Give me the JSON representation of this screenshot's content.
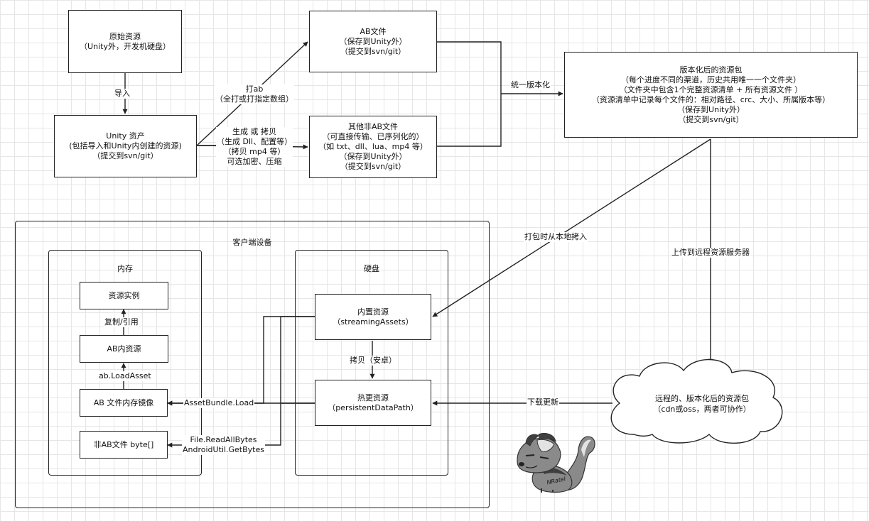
{
  "boxes": {
    "original_assets": [
      "原始资源",
      "（Unity外，开发机硬盘）"
    ],
    "unity_assets": [
      "Unity 资产",
      "(包括导入和Unity内创建的资源)",
      "（提交到svn/git）"
    ],
    "ab_files": [
      "AB文件",
      "（保存到Unity外）",
      "（提交到svn/git）"
    ],
    "non_ab_files": [
      "其他非AB文件",
      "（可直接传输、已序列化的）",
      "（如 txt、dll、lua、mp4 等）",
      "（保存到Unity外）",
      "（提交到svn/git）"
    ],
    "versioned_package": [
      "版本化后的资源包",
      "（每个进度不同的渠道，历史共用唯一一个文件夹）",
      "（文件夹中包含1个完整资源清单 + 所有资源文件 ）",
      "（资源清单中记录每个文件的：相对路径、crc、大小、所属版本等）",
      "（保存到Unity外）",
      "（提交到svn/git）"
    ],
    "asset_instance": [
      "资源实例"
    ],
    "ab_in_memory": [
      "AB内资源"
    ],
    "ab_memory_mirror": [
      "AB 文件内存镜像"
    ],
    "non_ab_bytes": [
      "非AB文件 byte[]"
    ],
    "builtin_assets": [
      "内置资源",
      "（streamingAssets）"
    ],
    "hotfix_assets": [
      "热更资源",
      "（persistentDataPath）"
    ]
  },
  "containers": {
    "client_device": "客户端设备",
    "memory": "内存",
    "disk": "硬盘"
  },
  "cloud": [
    "远程的、版本化后的资源包",
    "（cdn或oss，两者可协作）"
  ],
  "labels": {
    "import": [
      "导入"
    ],
    "build_ab": [
      "打ab",
      "（全打或打指定数组）"
    ],
    "generate_copy": [
      "生成 或 拷贝",
      "（生成 Dll、配置等）",
      "（拷贝 mp4 等）",
      "可选加密、压缩"
    ],
    "unify_version": [
      "统一版本化"
    ],
    "copy_local_on_build": [
      "打包时从本地拷入"
    ],
    "upload_remote": [
      "上传到远程资源服务器"
    ],
    "copy_android": [
      "拷贝（安卓）"
    ],
    "download_update": [
      "下载更新"
    ],
    "copy_ref": [
      "复制/引用"
    ],
    "load_asset": [
      "ab.LoadAsset"
    ],
    "assetbundle_load": [
      "AssetBundle.Load"
    ],
    "read_bytes": [
      "File.ReadAllBytes",
      "AndroidUtil.GetBytes"
    ]
  },
  "mascot": {
    "text": "NRatel",
    "colors": {
      "fur": "#8a8a8a",
      "dark": "#3f3f3f",
      "light": "#e3e3e3"
    }
  },
  "colors": {
    "line": "#222222",
    "grid": "#e6e6e6",
    "background": "#ffffff"
  }
}
